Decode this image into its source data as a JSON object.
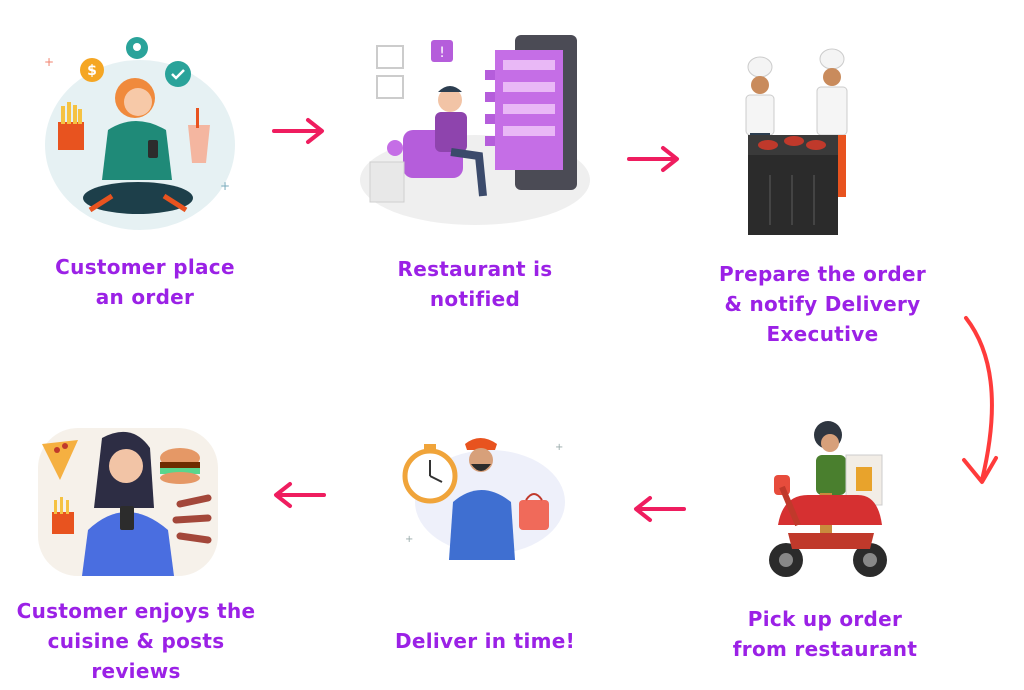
{
  "accent_colors": {
    "label_purple": "#9b21e6",
    "arrow_pink": "#ef1d5f",
    "curved_arrow_red": "#ff3b3b"
  },
  "steps": [
    {
      "label": "Customer place\nan order",
      "illustration": "customer-ordering-illustration"
    },
    {
      "label": "Restaurant is\nnotified",
      "illustration": "restaurant-notification-illustration"
    },
    {
      "label": "Prepare the order\n& notify Delivery\nExecutive",
      "illustration": "chefs-cooking-illustration"
    },
    {
      "label": "Pick up order\nfrom restaurant",
      "illustration": "scooter-delivery-illustration"
    },
    {
      "label": "Deliver in time!",
      "illustration": "delivery-man-clock-illustration"
    },
    {
      "label": "Customer enjoys the\ncuisine & posts\nreviews",
      "illustration": "customer-eating-illustration"
    }
  ],
  "arrows": [
    {
      "from": "Customer place an order",
      "to": "Restaurant is notified",
      "icon": "arrow-right-icon"
    },
    {
      "from": "Restaurant is notified",
      "to": "Prepare the order & notify Delivery Executive",
      "icon": "arrow-right-icon"
    },
    {
      "from": "Prepare the order & notify Delivery Executive",
      "to": "Pick up order from restaurant",
      "icon": "curved-arrow-down-icon"
    },
    {
      "from": "Pick up order from restaurant",
      "to": "Deliver in time!",
      "icon": "arrow-left-icon"
    },
    {
      "from": "Deliver in time!",
      "to": "Customer enjoys the cuisine & posts reviews",
      "icon": "arrow-left-icon"
    }
  ]
}
